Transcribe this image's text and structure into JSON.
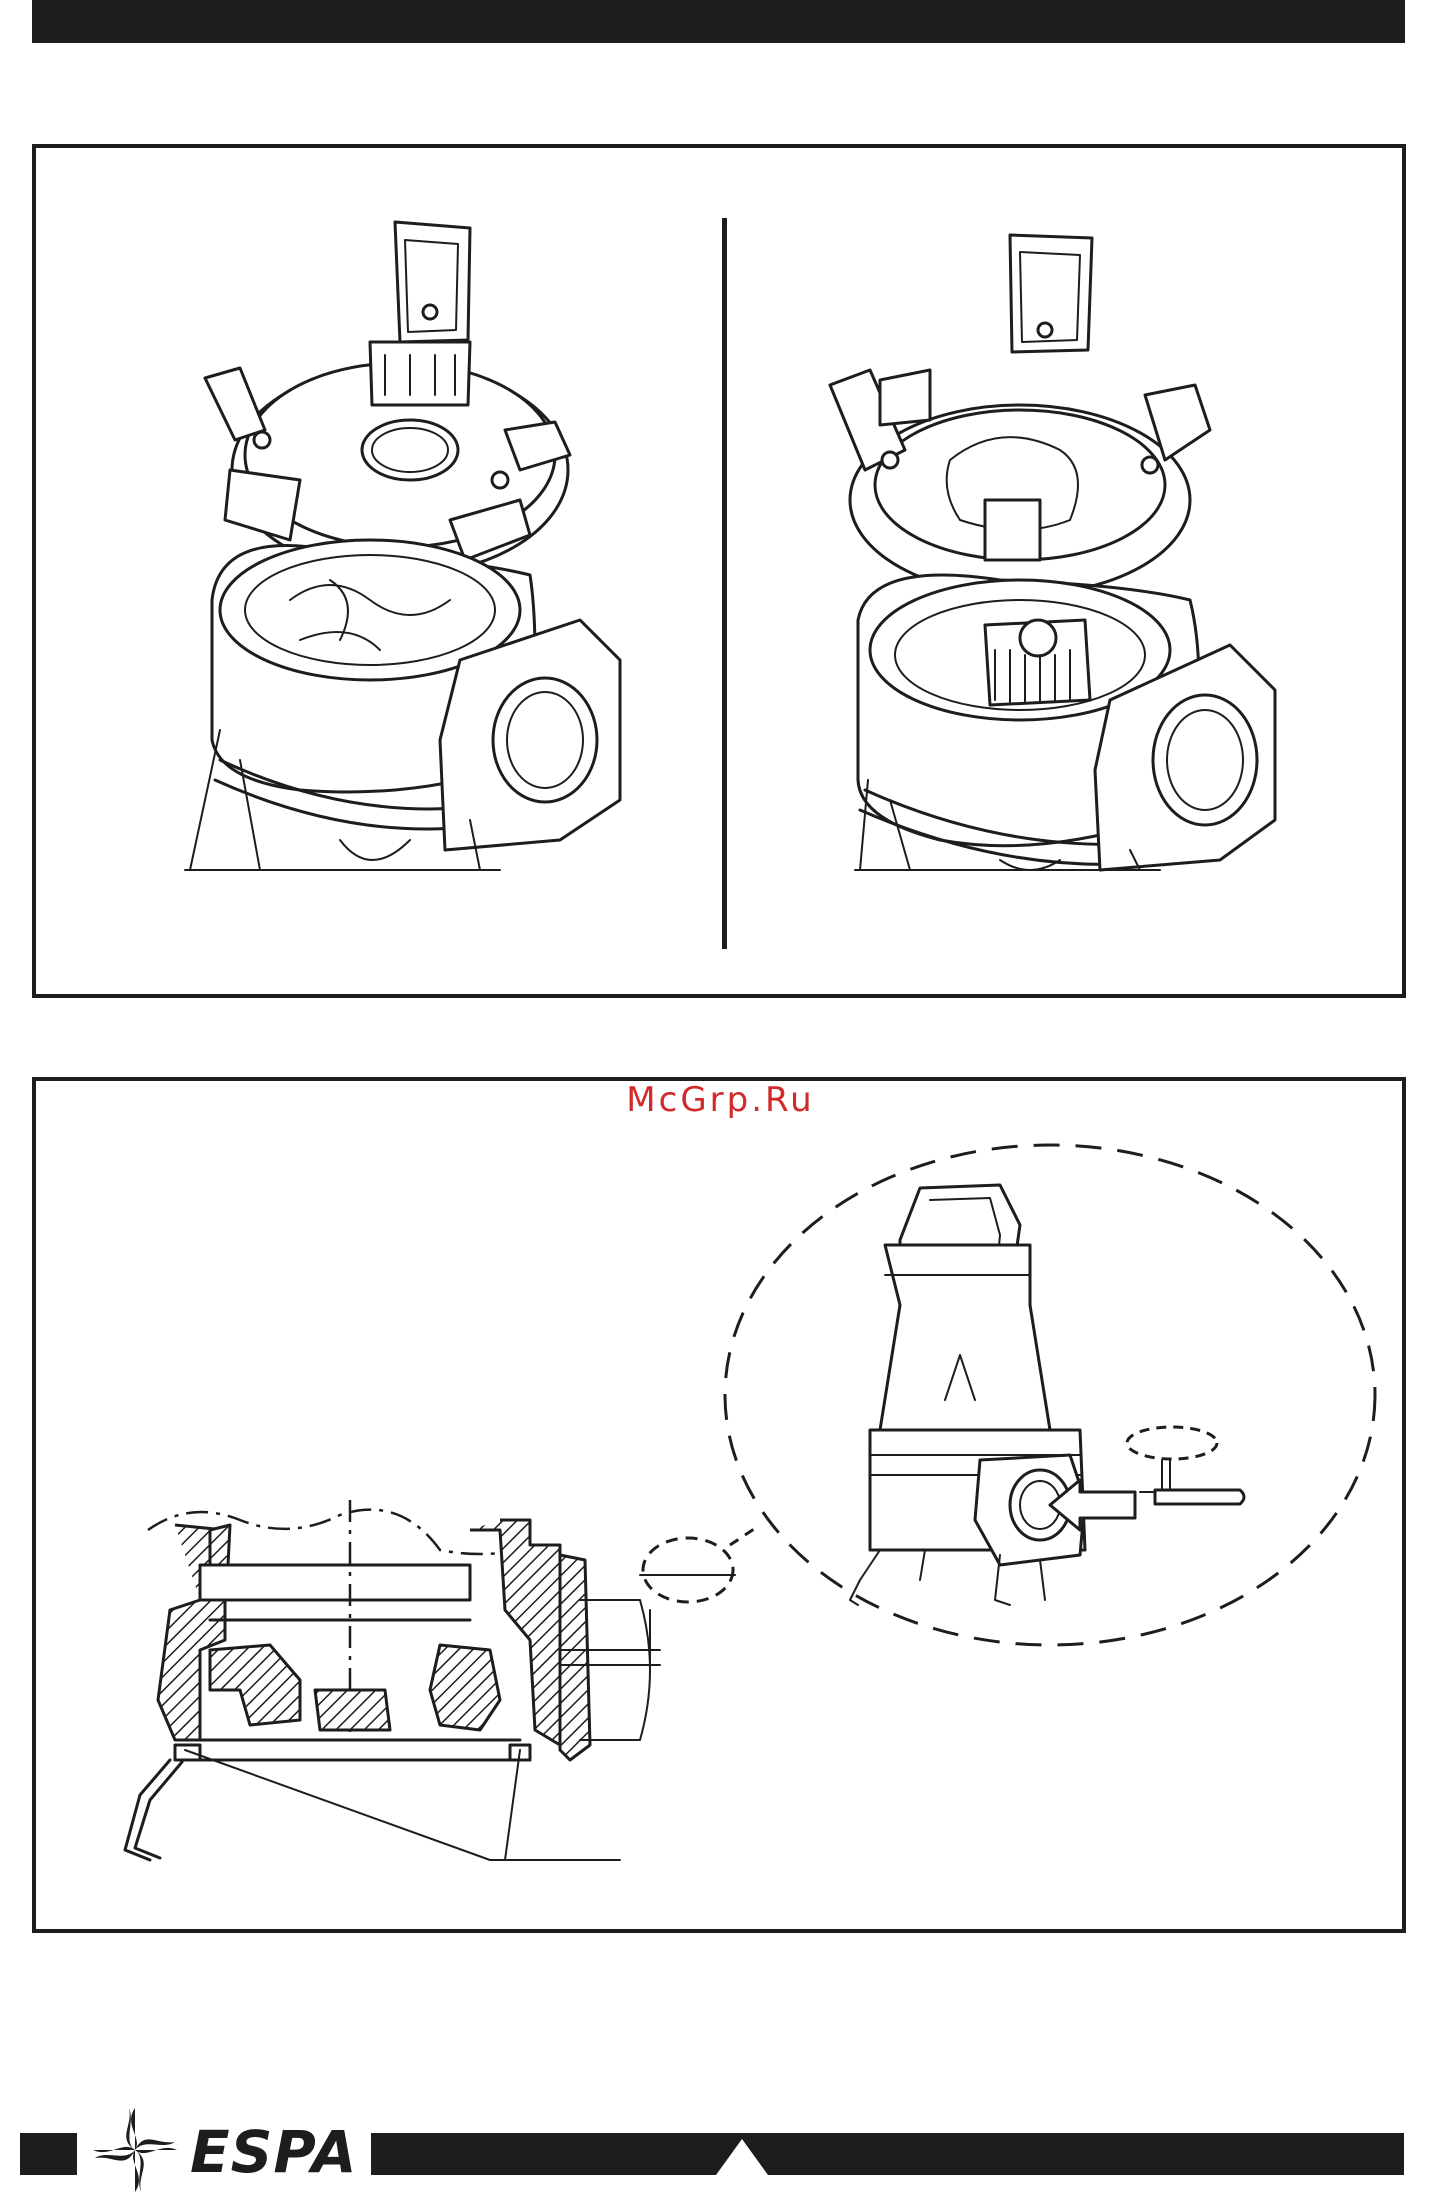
{
  "watermark": "McGrp.Ru",
  "brand": {
    "name": "ESPA",
    "logo_icon": "espa-swirl-logo-icon"
  },
  "figures": [
    {
      "name": "pump-top-open-impeller-view",
      "icon": "pump-disassembly-drawing"
    },
    {
      "name": "pump-top-open-grinder-view",
      "icon": "pump-disassembly-drawing"
    },
    {
      "name": "pump-cross-section",
      "icon": "cross-section-drawing"
    },
    {
      "name": "pump-detail-callout",
      "icon": "pump-detail-drawing"
    }
  ],
  "colors": {
    "ink": "#1d1d1b",
    "watermark": "#d12a2a",
    "paper": "#ffffff"
  },
  "footer": {
    "marker_icon": "triangle-up-icon"
  }
}
